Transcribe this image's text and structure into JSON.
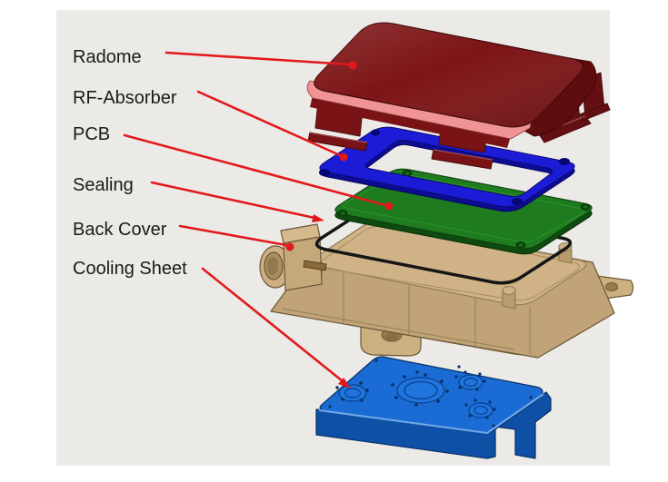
{
  "labels": {
    "radome": "Radome",
    "rf_absorber": "RF-Absorber",
    "pcb": "PCB",
    "sealing": "Sealing",
    "back_cover": "Back Cover",
    "cooling_sheet": "Cooling Sheet"
  },
  "colors": {
    "page_background": "#ffffff",
    "panel_background": "#eceae7",
    "label_text": "#1a1a1a",
    "leader_line": "#e2191c",
    "radome_top": "#7d1416",
    "radome_band": "#f09395",
    "radome_side": "#5f0c0e",
    "radome_leg": "#7a1315",
    "radome_leg_dark": "#641012",
    "rf_absorber_top": "#1c1cd6",
    "rf_absorber_dark": "#0d0d93",
    "rf_absorber_hole": "#060675",
    "pcb_top": "#1e7b1f",
    "pcb_dark": "#0f4a10",
    "pcb_screw": "#0b400c",
    "pcb_connector": "#8a6a3a",
    "sealing_ring": "#161616",
    "cover_top": "#cfb386",
    "cover_wall": "#c0a478",
    "cover_flange": "#cbb080",
    "cover_hole": "#977c50",
    "sheet_top": "#1a6bd3",
    "sheet_lip": "#0e50a6",
    "sheet_boss": "#1f74dd",
    "sheet_dot": "#083067"
  }
}
